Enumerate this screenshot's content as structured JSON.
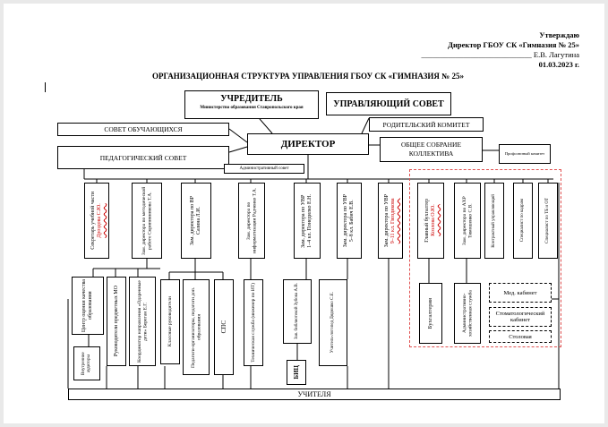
{
  "approval": {
    "line1": "Утверждаю",
    "line2": "Директор ГБОУ СК «Гимназия № 25»",
    "line3": "_____________________________ Е.В. Лагутина",
    "line4": "01.03.2023 г."
  },
  "title": "ОРГАНИЗАЦИОННАЯ СТРУКТУРА УПРАВЛЕНИЯ ГБОУ СК «ГИМНАЗИЯ № 25»",
  "top": {
    "founder": "УЧРЕДИТЕЛЬ",
    "founder_sub": "Министерство образования Ставропольского края",
    "board": "УПРАВЛЯЮЩИЙ СОВЕТ",
    "students_council": "СОВЕТ ОБУЧАЮЩИХСЯ",
    "parents_committee": "РОДИТЕЛЬСКИЙ КОМИТЕТ",
    "director": "ДИРЕКТОР",
    "general_meeting": "ОБЩЕЕ СОБРАНИЕ КОЛЛЕКТИВА",
    "ped_council": "ПЕДАГОГИЧЕСКИЙ СОВЕТ",
    "trade_union": "Профсоюзный комитет",
    "admin_council": "Административный совет"
  },
  "deputies": {
    "secretary_a": "Секретарь учебной части",
    "secretary_b": "Дроздова С.Ю.",
    "method": "Зам. директора по методической работе Скрипинникова Т.А.",
    "vr_a": "Зам. директора по ВР",
    "vr_b": "Сазина Л.И.",
    "info": "Зам. директора по информатизации Радченко Т.А.",
    "uvr14_a": "Зам. директора по УВР",
    "uvr14_b": "1–4 кл. Понедилко Е.Н.",
    "uvr58_a": "Зам. директора по УВР",
    "uvr58_b": "5–8 кл. Бабич Е.В.",
    "uvr911_a": "Зам. директора по УВР",
    "uvr911_b": "9–11 кл. Гвоздикова",
    "accountant_a": "Главный бухгалтер",
    "accountant_b": "Козлова О.Ю.",
    "akhr": "Зам. директора по АХР Тимошенко С.В.",
    "contract": "Контрактный управляющий",
    "hr": "Специалист по кадрам",
    "ot": "Специалист по ТБ и ОТ"
  },
  "sub": {
    "quality": "Центр оценки качества образования",
    "audit": "Внутренние аудиторы",
    "mo_heads": "Руководители предметных МО",
    "gifted": "Координатор направления «Одаренные дети» Береган Е.Г.",
    "class_heads": "Классные руководители",
    "organizers": "Педагоги-организаторы, педагоги доп. образования",
    "sps": "СПС",
    "tech": "Техническая служба (инженер по ИТ)",
    "library": "Зав. библиотекой Зубова А.В.",
    "bits": "БИЦ",
    "logoped": "Учитель-логопед Дядюшко С.Е.",
    "bookkeeping": "Бухгалтерия",
    "admin_service": "Административно-хозяйственная служба",
    "med": "Мед. кабинет",
    "dental": "Стоматологический кабинет",
    "canteen": "Столовая"
  },
  "teachers": "УЧИТЕЛЯ"
}
